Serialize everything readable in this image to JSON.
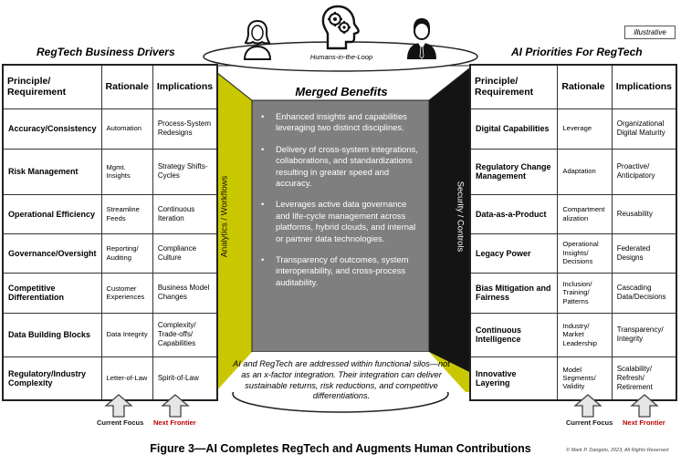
{
  "illustrative": "illustrative",
  "left_panel": {
    "title": "RegTech Business Drivers",
    "headers": [
      "Principle/ Requirement",
      "Rationale",
      "Implications"
    ],
    "rows": [
      {
        "principle": "Accuracy/Consistency",
        "rationale": "Automation",
        "implications": "Process-System Redesigns"
      },
      {
        "principle": "Risk Management",
        "rationale": "Mgmt. Insights",
        "implications": "Strategy Shifts-Cycles"
      },
      {
        "principle": "Operational Efficiency",
        "rationale": "Streamline Feeds",
        "implications": "Continuous Iteration"
      },
      {
        "principle": "Governance/Oversight",
        "rationale": "Reporting/ Auditing",
        "implications": "Compliance Culture"
      },
      {
        "principle": "Competitive Differentiation",
        "rationale": "Customer Experiences",
        "implications": "Business Model Changes"
      },
      {
        "principle": "Data Building Blocks",
        "rationale": "Data Integrity",
        "implications": "Complexity/ Trade-offs/ Capabilities"
      },
      {
        "principle": "Regulatory/Industry Complexity",
        "rationale": "Letter-of-Law",
        "implications": "Spirit-of-Law"
      }
    ],
    "focus_labels": [
      "Current Focus",
      "Next Frontier"
    ]
  },
  "right_panel": {
    "title": "AI Priorities For RegTech",
    "headers": [
      "Principle/ Requirement",
      "Rationale",
      "Implications"
    ],
    "rows": [
      {
        "principle": "Digital Capabilities",
        "rationale": "Leverage",
        "implications": "Organizational Digital Maturity"
      },
      {
        "principle": "Regulatory Change Management",
        "rationale": "Adaptation",
        "implications": "Proactive/ Anticipatory"
      },
      {
        "principle": "Data-as-a-Product",
        "rationale": "Compartment alization",
        "implications": "Reusability"
      },
      {
        "principle": "Legacy Power",
        "rationale": "Operational Insights/ Decisions",
        "implications": "Federated Designs"
      },
      {
        "principle": "Bias Mitigation and Fairness",
        "rationale": "Inclusion/ Training/ Patterns",
        "implications": "Cascading Data/Decisions"
      },
      {
        "principle": "Continuous Intelligence",
        "rationale": "Industry/ Market Leadership",
        "implications": "Transparency/ Integrity"
      },
      {
        "principle": "Innovative Layering",
        "rationale": "Model Segments/ Validity",
        "implications": "Scalability/ Refresh/ Retirement"
      }
    ],
    "focus_labels": [
      "Current Focus",
      "Next Frontier"
    ]
  },
  "center": {
    "top_label": "Humans-in-the-Loop",
    "title": "Merged Benefits",
    "bullets": [
      "Enhanced insights and capabilities leveraging two distinct disciplines.",
      "Delivery of cross-system integrations, collaborations, and standardizations resulting in greater speed and accuracy.",
      "Leverages active data governance and life-cycle management across platforms, hybrid clouds, and internal or partner data technologies.",
      "Transparency of outcomes, system interoperability, and cross-process auditability."
    ],
    "left_side_label": "Analytics / Workflows",
    "right_side_label": "Security / Controls",
    "bottom_note": "AI and RegTech are addressed within functional silos—not as an x-factor integration. Their integration can deliver sustainable returns, risk reductions, and competitive differentiations."
  },
  "figure_caption": "Figure 3—AI Completes RegTech and Augments Human Contributions",
  "copyright": "© Mark P. Dangelo, 2023, All Rights Reserved",
  "colors": {
    "olive": "#c9c800",
    "center_gray": "#7f7f7f",
    "dark": "#141414",
    "focus_red": "#c00000",
    "arrow_fill": "#e6e6e6"
  },
  "icons": [
    "woman-person-icon",
    "brain-gears-head-icon",
    "businessman-icon"
  ]
}
